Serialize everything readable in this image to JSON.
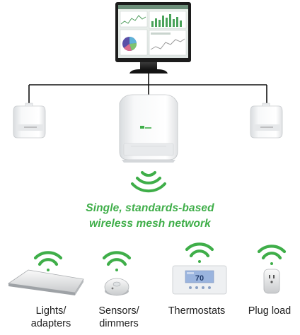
{
  "caption": {
    "line1": "Single, standards-based",
    "line2": "wireless mesh network"
  },
  "thermostat_reading": "70",
  "devices": [
    {
      "line1": "Lights/",
      "line2": "adapters"
    },
    {
      "line1": "Sensors/",
      "line2": "dimmers"
    },
    {
      "line1": "Thermostats",
      "line2": ""
    },
    {
      "line1": "Plug load",
      "line2": ""
    }
  ],
  "colors": {
    "signal_green": "#3fae49",
    "caption_green": "#3fae49",
    "device_white": "#f4f5f6",
    "monitor_black": "#1c1c1c"
  },
  "icons": [
    "monitor-icon",
    "gateway-icon",
    "router-icon",
    "wifi-signal-icon",
    "light-fixture-icon",
    "sensor-icon",
    "thermostat-icon",
    "plug-icon"
  ]
}
